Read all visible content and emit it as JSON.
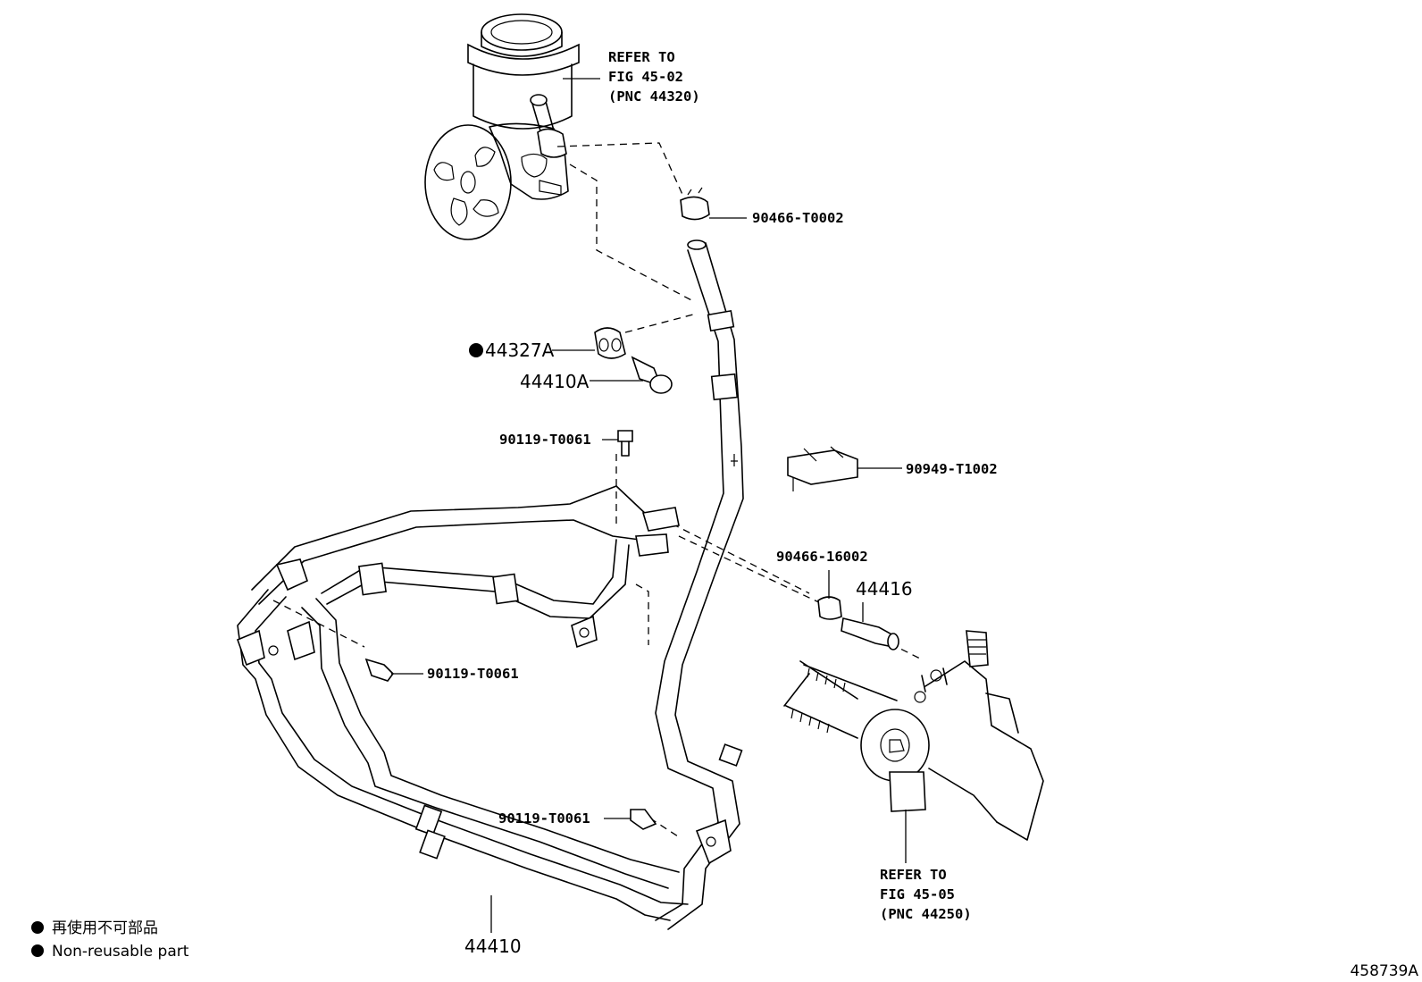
{
  "callouts": {
    "pump_ref": [
      "REFER TO",
      "FIG 45-02",
      "(PNC 44320)"
    ],
    "gear_ref": [
      "REFER TO",
      "FIG 45-05",
      "(PNC 44250)"
    ],
    "clamp_top": "90466-T0002",
    "gasket": "44327A",
    "union_bolt": "44410A",
    "bolt_upper": "90119-T0061",
    "clamp_mid": "90949-T1002",
    "clamp_small": "90466-16002",
    "union": "44416",
    "bolt_middle": "90119-T0061",
    "bolt_lower": "90119-T0061",
    "hose_assembly": "44410"
  },
  "legend": {
    "items": [
      {
        "symbol": "●",
        "text": "再使用不可部品"
      },
      {
        "symbol": "●",
        "text": "Non-reusable part"
      }
    ]
  },
  "illustration_id": "458739A"
}
